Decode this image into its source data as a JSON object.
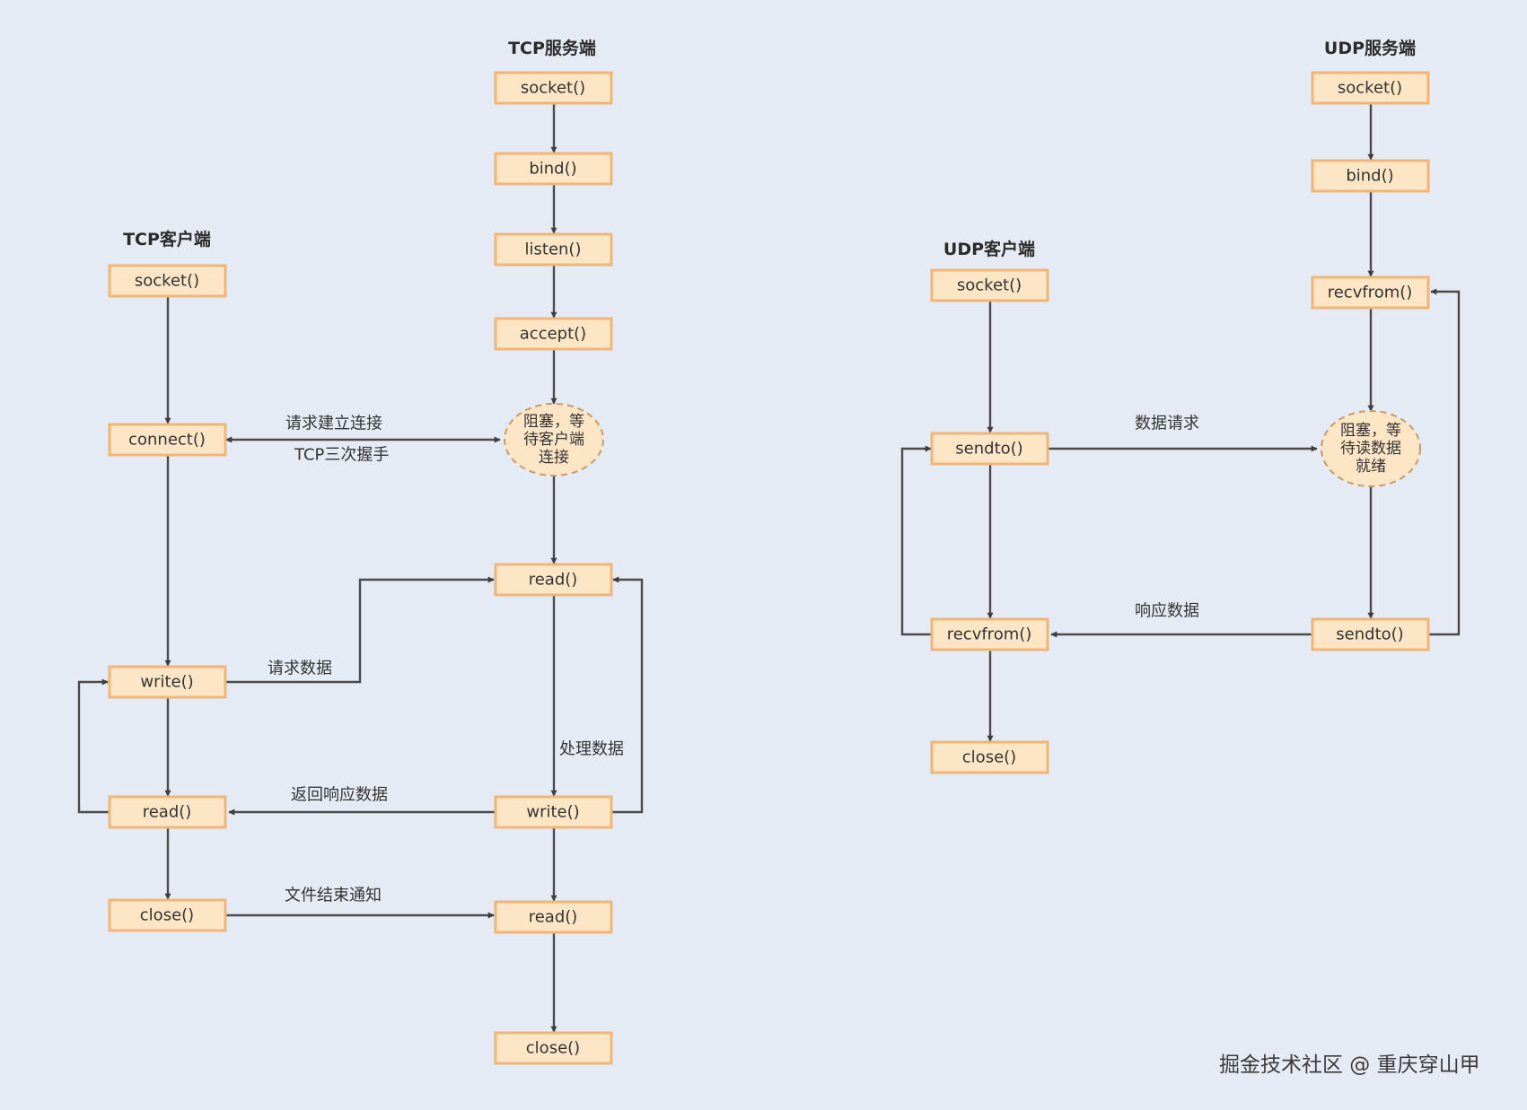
{
  "titles": {
    "tcp_server": "TCP服务端",
    "tcp_client": "TCP客户端",
    "udp_client": "UDP客户端",
    "udp_server": "UDP服务端"
  },
  "nodes": {
    "tcp_srv_socket": "socket()",
    "tcp_srv_bind": "bind()",
    "tcp_srv_listen": "listen()",
    "tcp_srv_accept": "accept()",
    "tcp_srv_read": "read()",
    "tcp_srv_write": "write()",
    "tcp_srv_read2": "read()",
    "tcp_srv_close": "close()",
    "tcp_cli_socket": "socket()",
    "tcp_cli_connect": "connect()",
    "tcp_cli_write": "write()",
    "tcp_cli_read": "read()",
    "tcp_cli_close": "close()",
    "udp_cli_socket": "socket()",
    "udp_cli_sendto": "sendto()",
    "udp_cli_recvfrom": "recvfrom()",
    "udp_cli_close": "close()",
    "udp_srv_socket": "socket()",
    "udp_srv_bind": "bind()",
    "udp_srv_recvfrom": "recvfrom()",
    "udp_srv_sendto": "sendto()"
  },
  "wait_nodes": {
    "tcp_wait": [
      "阻塞，等",
      "待客户端",
      "连接"
    ],
    "udp_wait": [
      "阻塞，等",
      "待读数据",
      "就绪"
    ]
  },
  "edge_labels": {
    "tcp_connect_request": "请求建立连接",
    "tcp_handshake": "TCP三次握手",
    "tcp_request_data": "请求数据",
    "tcp_process_data": "处理数据",
    "tcp_return_response": "返回响应数据",
    "tcp_eof_notify": "文件结束通知",
    "udp_data_request": "数据请求",
    "udp_response_data": "响应数据"
  },
  "watermark": "掘金技术社区 @ 重庆穿山甲",
  "colors": {
    "background": "#e5ebf4",
    "node_fill": "#fde6c6",
    "node_border": "#f0b679",
    "edge": "#4a4a4a"
  }
}
